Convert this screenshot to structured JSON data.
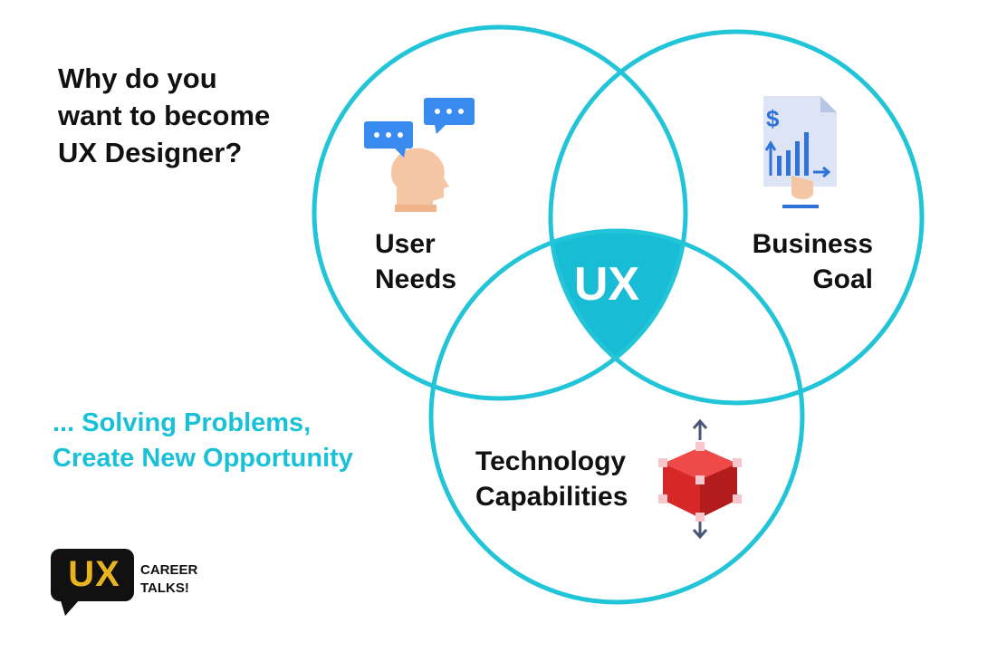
{
  "question": [
    "Why do you",
    "want to become",
    "UX Designer?"
  ],
  "tagline": [
    "... Solving Problems,",
    "Create New Opportunity"
  ],
  "circles": {
    "user": [
      "User",
      "Needs"
    ],
    "business": [
      "Business",
      "Goal"
    ],
    "technology": [
      "Technology",
      "Capabilities"
    ]
  },
  "center_label": "UX",
  "brand": {
    "logo_text": "UX",
    "lines": [
      "CAREER",
      "TALKS!"
    ]
  },
  "icons": {
    "user": "speech-bubbles-head-icon",
    "business": "financial-report-icon",
    "technology": "3d-cube-icon"
  },
  "colors": {
    "circle_stroke": "#22c4d8",
    "center_fill": "#18bcd4",
    "tagline": "#18c1d6",
    "text": "#111111",
    "logo_bg": "#111111",
    "logo_text": "#e8b320"
  }
}
